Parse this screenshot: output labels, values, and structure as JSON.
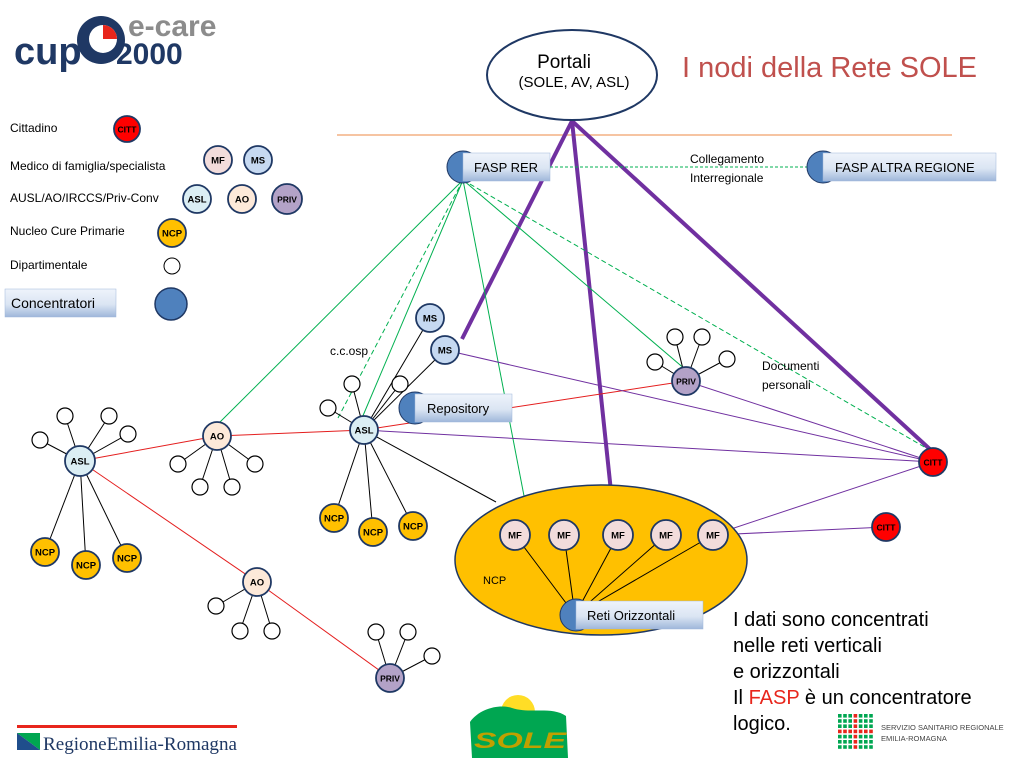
{
  "title": "I nodi della Rete SOLE",
  "logo_cup": {
    "text_left": "cup",
    "text_top": "e-care",
    "text_bottom": "2000"
  },
  "portali": {
    "line1": "Portali",
    "line2": "(SOLE, AV, ASL)"
  },
  "legend": {
    "cittadino": "Cittadino",
    "medico": "Medico di famiglia/specialista",
    "ausl": "AUSL/AO/IRCCS/Priv-Conv",
    "nucleo": "Nucleo Cure Primarie",
    "dipartimentale": "Dipartimentale",
    "concentratori": "Concentratori"
  },
  "badges": {
    "citt": "CITT",
    "mf": "MF",
    "ms": "MS",
    "asl": "ASL",
    "ao": "AO",
    "priv": "PRIV",
    "ncp": "NCP"
  },
  "concentrators": {
    "fasp_rer": "FASP RER",
    "fasp_altra": "FASP ALTRA REGIONE",
    "repository": "Repository",
    "reti_orizzontali": "Reti Orizzontali"
  },
  "labels": {
    "collegamento_1": "Collegamento",
    "collegamento_2": "Interregionale",
    "ccosp": "c.c.osp",
    "documenti_1": "Documenti",
    "documenti_2": "personali",
    "ncp_area": "NCP"
  },
  "text_block": {
    "line1": "I dati sono concentrati",
    "line2": "nelle reti verticali",
    "line3": "e orizzontali",
    "line4_pre": "Il ",
    "line4_fasp": "FASP",
    "line4_post": " è un concentratore",
    "line5": "logico."
  },
  "footer": {
    "regione": "RegioneEmilia-Romagna",
    "sole": "SOLE",
    "servizio_1": "SERVIZIO SANITARIO REGIONALE",
    "servizio_2": "EMILIA-ROMAGNA"
  },
  "colors": {
    "red": "#ff0000",
    "pink": "#f2dcdb",
    "lightblue": "#c6d9f1",
    "asl_fill": "#dbeef4",
    "ao_fill": "#fde9d9",
    "priv_fill": "#b3a2c7",
    "ncp_fill": "#ffc000",
    "concentrator": "#4f81bd",
    "title": "#c0504d",
    "purple": "#7030a0",
    "green": "#00b050",
    "edge_red": "#e41e1e",
    "edge_violet": "#7030a0",
    "ncp_area": "#ffc000"
  }
}
